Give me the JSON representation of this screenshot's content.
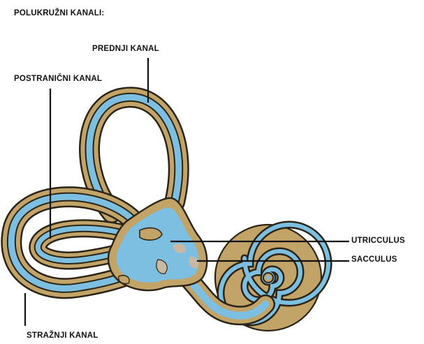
{
  "title": "POLUKRUŽNI KANALI:",
  "labels": {
    "anterior": "PREDNJI KANAL",
    "lateral": "POSTRANIČNI KANAL",
    "utricle": "UTRICCULUS",
    "saccule": "SACCULUS",
    "posterior": "STRAŽNJI KANAL"
  },
  "colors": {
    "outline": "#2b2416",
    "bone": "#c2a368",
    "fluid": "#7cbfe0",
    "patch": "#c9b9a3",
    "leader": "#111111"
  }
}
